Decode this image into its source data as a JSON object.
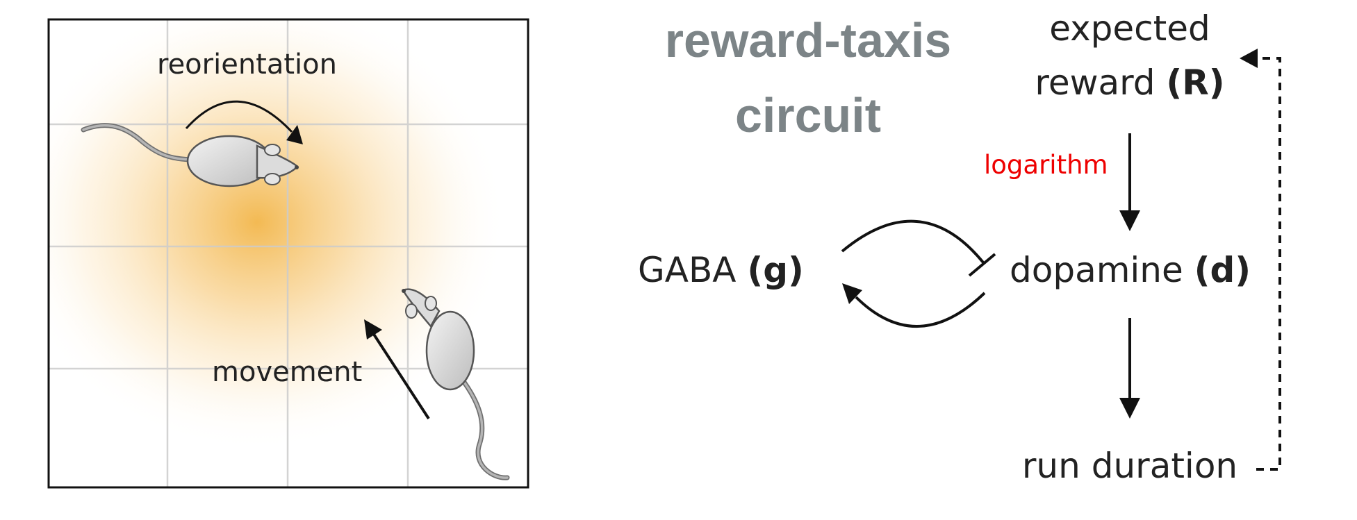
{
  "left_panel": {
    "reorientation_label": "reorientation",
    "movement_label": "movement",
    "heat_color": "#f2b64a",
    "grid_color": "#cccccc"
  },
  "title": {
    "line1": "reward-taxis",
    "line2": "circuit",
    "color": "#7c8487"
  },
  "nodes": {
    "reward": {
      "line1": "expected",
      "line2_text": "reward ",
      "symbol": "(R)"
    },
    "gaba": {
      "text": "GABA ",
      "symbol": "(g)"
    },
    "dopamine": {
      "text": "dopamine ",
      "symbol": "(d)"
    },
    "run": {
      "text": "run duration"
    }
  },
  "edges": {
    "logarithm_label": "logarithm",
    "logarithm_color": "#ee0000"
  }
}
